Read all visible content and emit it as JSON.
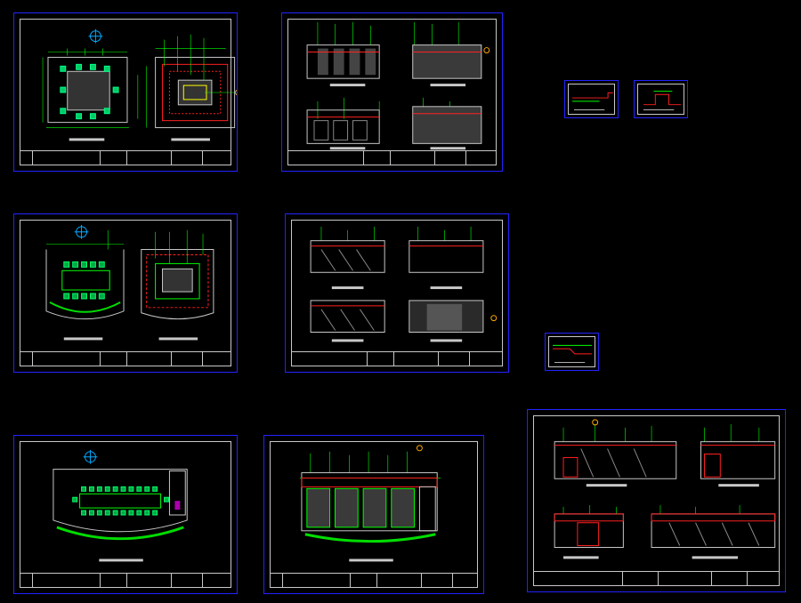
{
  "canvas": {
    "background": "#000000"
  },
  "colors": {
    "frame": "#2323ff",
    "border": "#c8c8c8",
    "dimension": "#00ff00",
    "wall": "#ff2020",
    "furniture": "#00dd00",
    "text": "#ffffff",
    "accent": "#ffff00"
  },
  "sheets": [
    {
      "id": "sheet-1",
      "kind": "plan",
      "title": ""
    },
    {
      "id": "sheet-2",
      "kind": "elevations",
      "title": ""
    },
    {
      "id": "sheet-3",
      "kind": "plan",
      "title": ""
    },
    {
      "id": "sheet-4",
      "kind": "elevations",
      "title": ""
    },
    {
      "id": "sheet-5",
      "kind": "plan",
      "title": ""
    },
    {
      "id": "sheet-6",
      "kind": "elevation",
      "title": ""
    },
    {
      "id": "sheet-7",
      "kind": "elevations",
      "title": ""
    }
  ],
  "details": [
    {
      "id": "detail-1"
    },
    {
      "id": "detail-2"
    },
    {
      "id": "detail-3"
    }
  ]
}
